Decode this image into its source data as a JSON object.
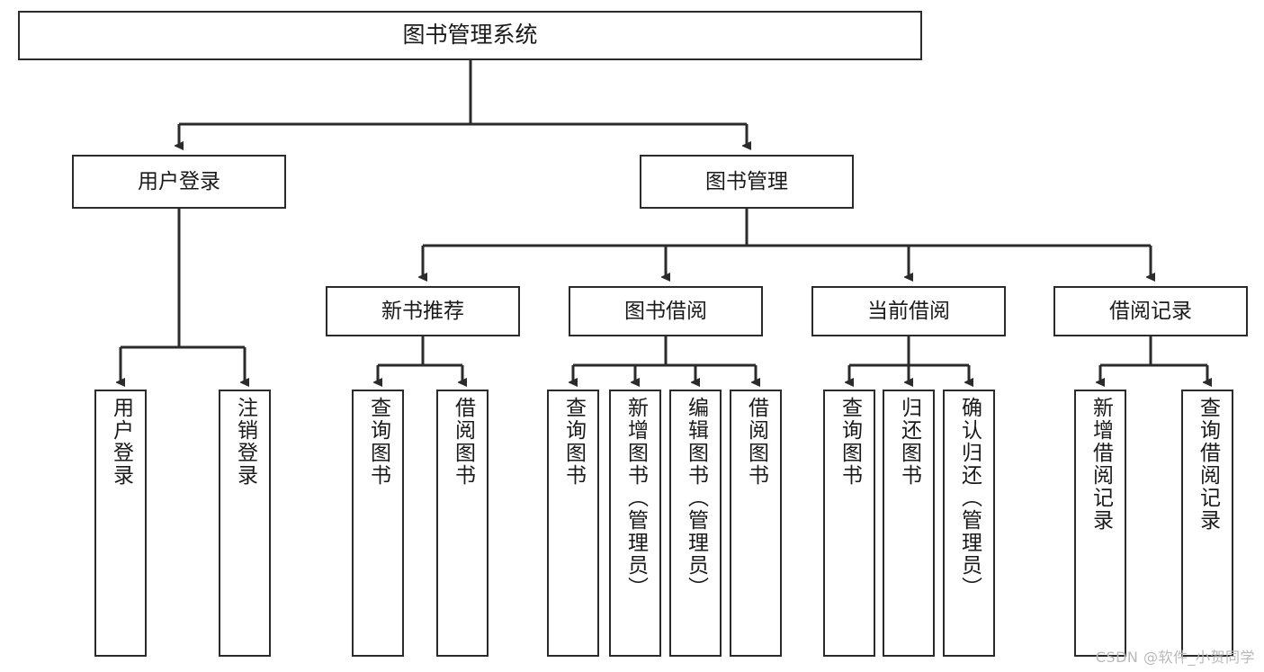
{
  "diagram": {
    "title": "图书管理系统",
    "type": "hierarchy-tree",
    "watermark": "CSDN @软件_小贺同学",
    "colors": {
      "box_border": "#2b2b2b",
      "box_fill": "#ffffff",
      "edge": "#2b2b2b",
      "text": "#1a1a1a",
      "watermark": "#b9b9b9"
    },
    "nodes": {
      "root": {
        "label": "图书管理系统"
      },
      "level1": [
        {
          "label": "用户登录"
        },
        {
          "label": "图书管理"
        }
      ],
      "level2": [
        {
          "label": "新书推荐"
        },
        {
          "label": "图书借阅"
        },
        {
          "label": "当前借阅"
        },
        {
          "label": "借阅记录"
        }
      ],
      "leaves": {
        "user_login": [
          {
            "label": "用户登录"
          },
          {
            "label": "注销登录"
          }
        ],
        "new_book": [
          {
            "label": "查询图书"
          },
          {
            "label": "借阅图书"
          }
        ],
        "book_borrow": [
          {
            "label": "查询图书"
          },
          {
            "label": "新增图书（管理员）"
          },
          {
            "label": "编辑图书（管理员）"
          },
          {
            "label": "借阅图书"
          }
        ],
        "current_borrow": [
          {
            "label": "查询图书"
          },
          {
            "label": "归还图书"
          },
          {
            "label": "确认归还（管理员）"
          }
        ],
        "borrow_record": [
          {
            "label": "新增借阅记录"
          },
          {
            "label": "查询借阅记录"
          }
        ]
      }
    }
  }
}
